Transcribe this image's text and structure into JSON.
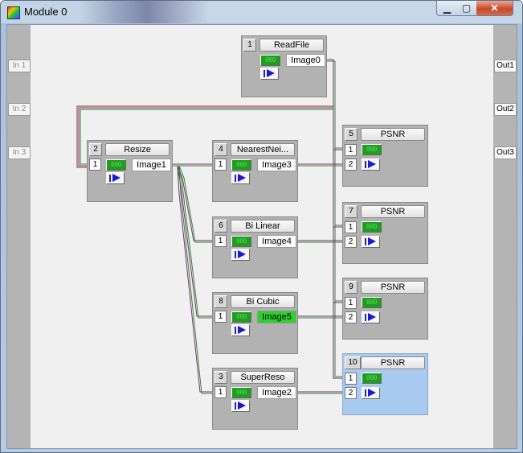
{
  "window": {
    "title": "Module 0",
    "min_glyph": "▁",
    "max_glyph": "▢",
    "close_glyph": "✕"
  },
  "inputs": [
    "In 1",
    "In 2",
    "In 3"
  ],
  "outputs": [
    "Out1",
    "Out2",
    "Out3"
  ],
  "nodes": [
    {
      "id": "1",
      "name": "ReadFile",
      "lcd": "000",
      "output": "Image0"
    },
    {
      "id": "2",
      "name": "Resize",
      "port": "1",
      "lcd": "000",
      "output": "Image1"
    },
    {
      "id": "4",
      "name": "NearestNei...",
      "port": "1",
      "lcd": "000",
      "output": "Image3"
    },
    {
      "id": "6",
      "name": "Bi Linear",
      "port": "1",
      "lcd": "000",
      "output": "Image4"
    },
    {
      "id": "8",
      "name": "Bi Cubic",
      "port": "1",
      "lcd": "000",
      "output": "Image5"
    },
    {
      "id": "3",
      "name": "SuperReso",
      "port": "1",
      "lcd": "000",
      "output": "Image2"
    },
    {
      "id": "5",
      "name": "PSNR",
      "port1": "1",
      "port2": "2",
      "lcd": "000"
    },
    {
      "id": "7",
      "name": "PSNR",
      "port1": "1",
      "port2": "2",
      "lcd": "000"
    },
    {
      "id": "9",
      "name": "PSNR",
      "port1": "1",
      "port2": "2",
      "lcd": "000"
    },
    {
      "id": "10",
      "name": "PSNR",
      "port1": "1",
      "port2": "2",
      "lcd": "000"
    }
  ],
  "colors": {
    "canvas": "#f0f0f0",
    "node": "#b2b2b2",
    "node_selected": "#aacbf0",
    "lcd": "#1e9d1e",
    "highlight_output": "#2cd22c"
  }
}
